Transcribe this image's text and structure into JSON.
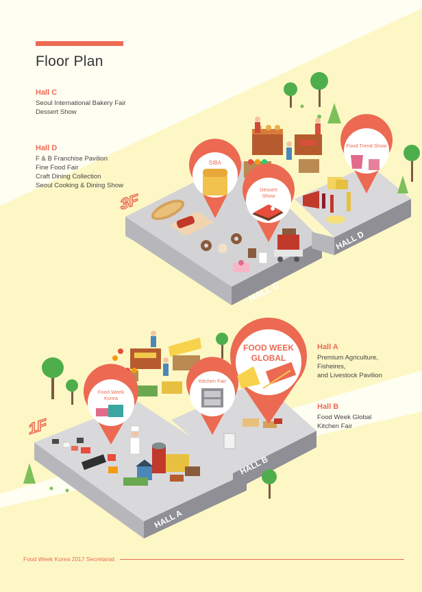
{
  "page_title": "Floor Plan",
  "halls": {
    "hall_c": {
      "name": "Hall C",
      "lines": [
        "Seoul International Bakery Fair",
        "Dessert Show"
      ]
    },
    "hall_d": {
      "name": "Hall D",
      "lines": [
        "F & B Franchise Pavilion",
        "Fine Food Fair",
        "Craft Dining Collection",
        "Seoul Cooking & Dining Show"
      ]
    },
    "hall_a": {
      "name": "Hall A",
      "lines": [
        "Premium Agriculture,",
        "Fisheires,",
        "and Livestock Pavilion"
      ]
    },
    "hall_b": {
      "name": "Hall B",
      "lines": [
        "Food Week Global",
        "Kitchen Fair"
      ]
    }
  },
  "map": {
    "floor_3": "3F",
    "floor_1": "1F",
    "hall_c_label": "HALL C",
    "hall_d_label": "HALL D",
    "hall_a_label": "HALL A",
    "hall_b_label": "HALL B",
    "pin_siba": "SIBA",
    "pin_dessert_l1": "Dessert",
    "pin_dessert_l2": "Show",
    "pin_trend": "Food Trend Show",
    "pin_fwk_l1": "Food Week",
    "pin_fwk_l2": "Korea",
    "pin_kitchen": "Kitchen Fair",
    "pin_global_l1": "FOOD WEEK",
    "pin_global_l2": "GLOBAL"
  },
  "footer": "Food Week Korea 2017 Secretariat",
  "colors": {
    "accent": "#ec6a52",
    "background": "#fffef2",
    "band": "#fdf7c6",
    "floor": "#d6d6d8",
    "wall": "#9b9ba0"
  }
}
